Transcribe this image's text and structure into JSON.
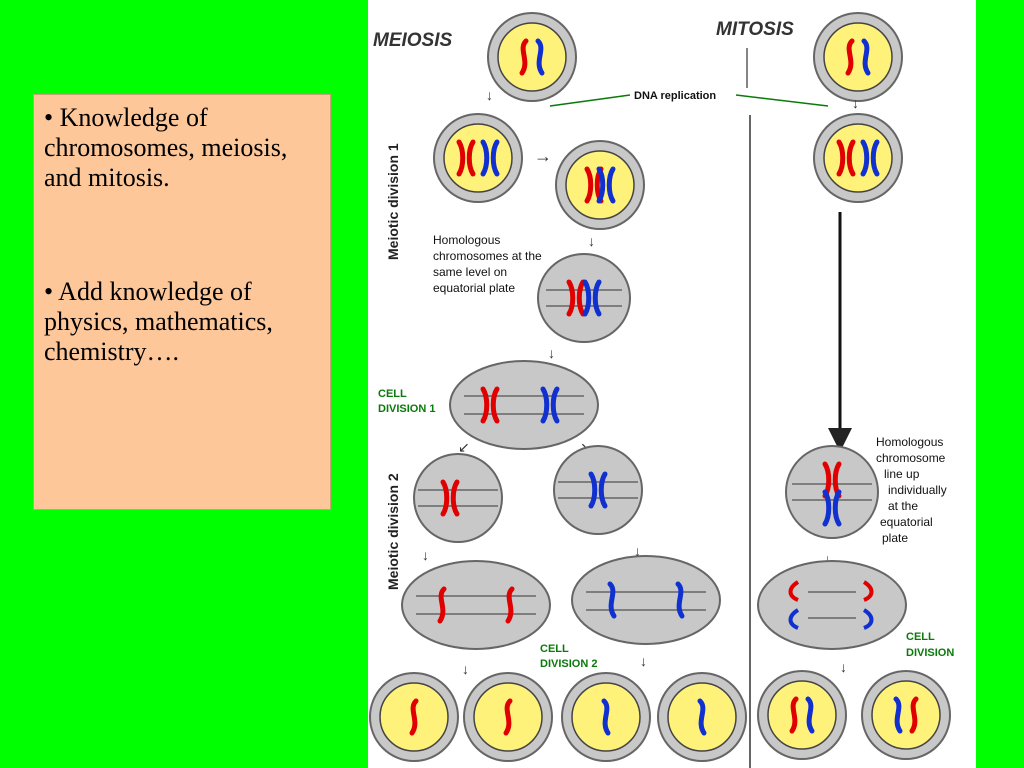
{
  "slide": {
    "background_color": "#00ff00",
    "text_box": {
      "background_color": "#fdc79a",
      "bullets": [
        "• Knowledge of chromosomes, meiosis, and mitosis.",
        "• Add knowledge of physics, mathematics, chemistry…."
      ]
    }
  },
  "diagram": {
    "labels": {
      "meiosis": "MEIOSIS",
      "mitosis": "MITOSIS",
      "dna_replication": "DNA replication",
      "meiotic_division_1": "Meiotic division 1",
      "meiotic_division_2": "Meiotic division 2",
      "homologous_equatorial": [
        "Homologous",
        "chromosomes at the",
        "same level on",
        "equatorial plate"
      ],
      "cell_division_1": [
        "CELL",
        "DIVISION 1"
      ],
      "cell_division_2": [
        "CELL",
        "DIVISION 2"
      ],
      "homologous_mitosis": [
        "Homologous",
        "chromosome",
        "line up",
        "individually",
        "at the",
        "equatorial",
        "plate"
      ],
      "cell_division_mitosis": [
        "CELL",
        "DIVISION"
      ]
    },
    "colors": {
      "chromosome_red": "#e00000",
      "chromosome_blue": "#1030d0",
      "nucleus_yellow": "#fff27a",
      "cell_gray": "#c8c8c8",
      "label_green": "#0a7a0a"
    }
  }
}
